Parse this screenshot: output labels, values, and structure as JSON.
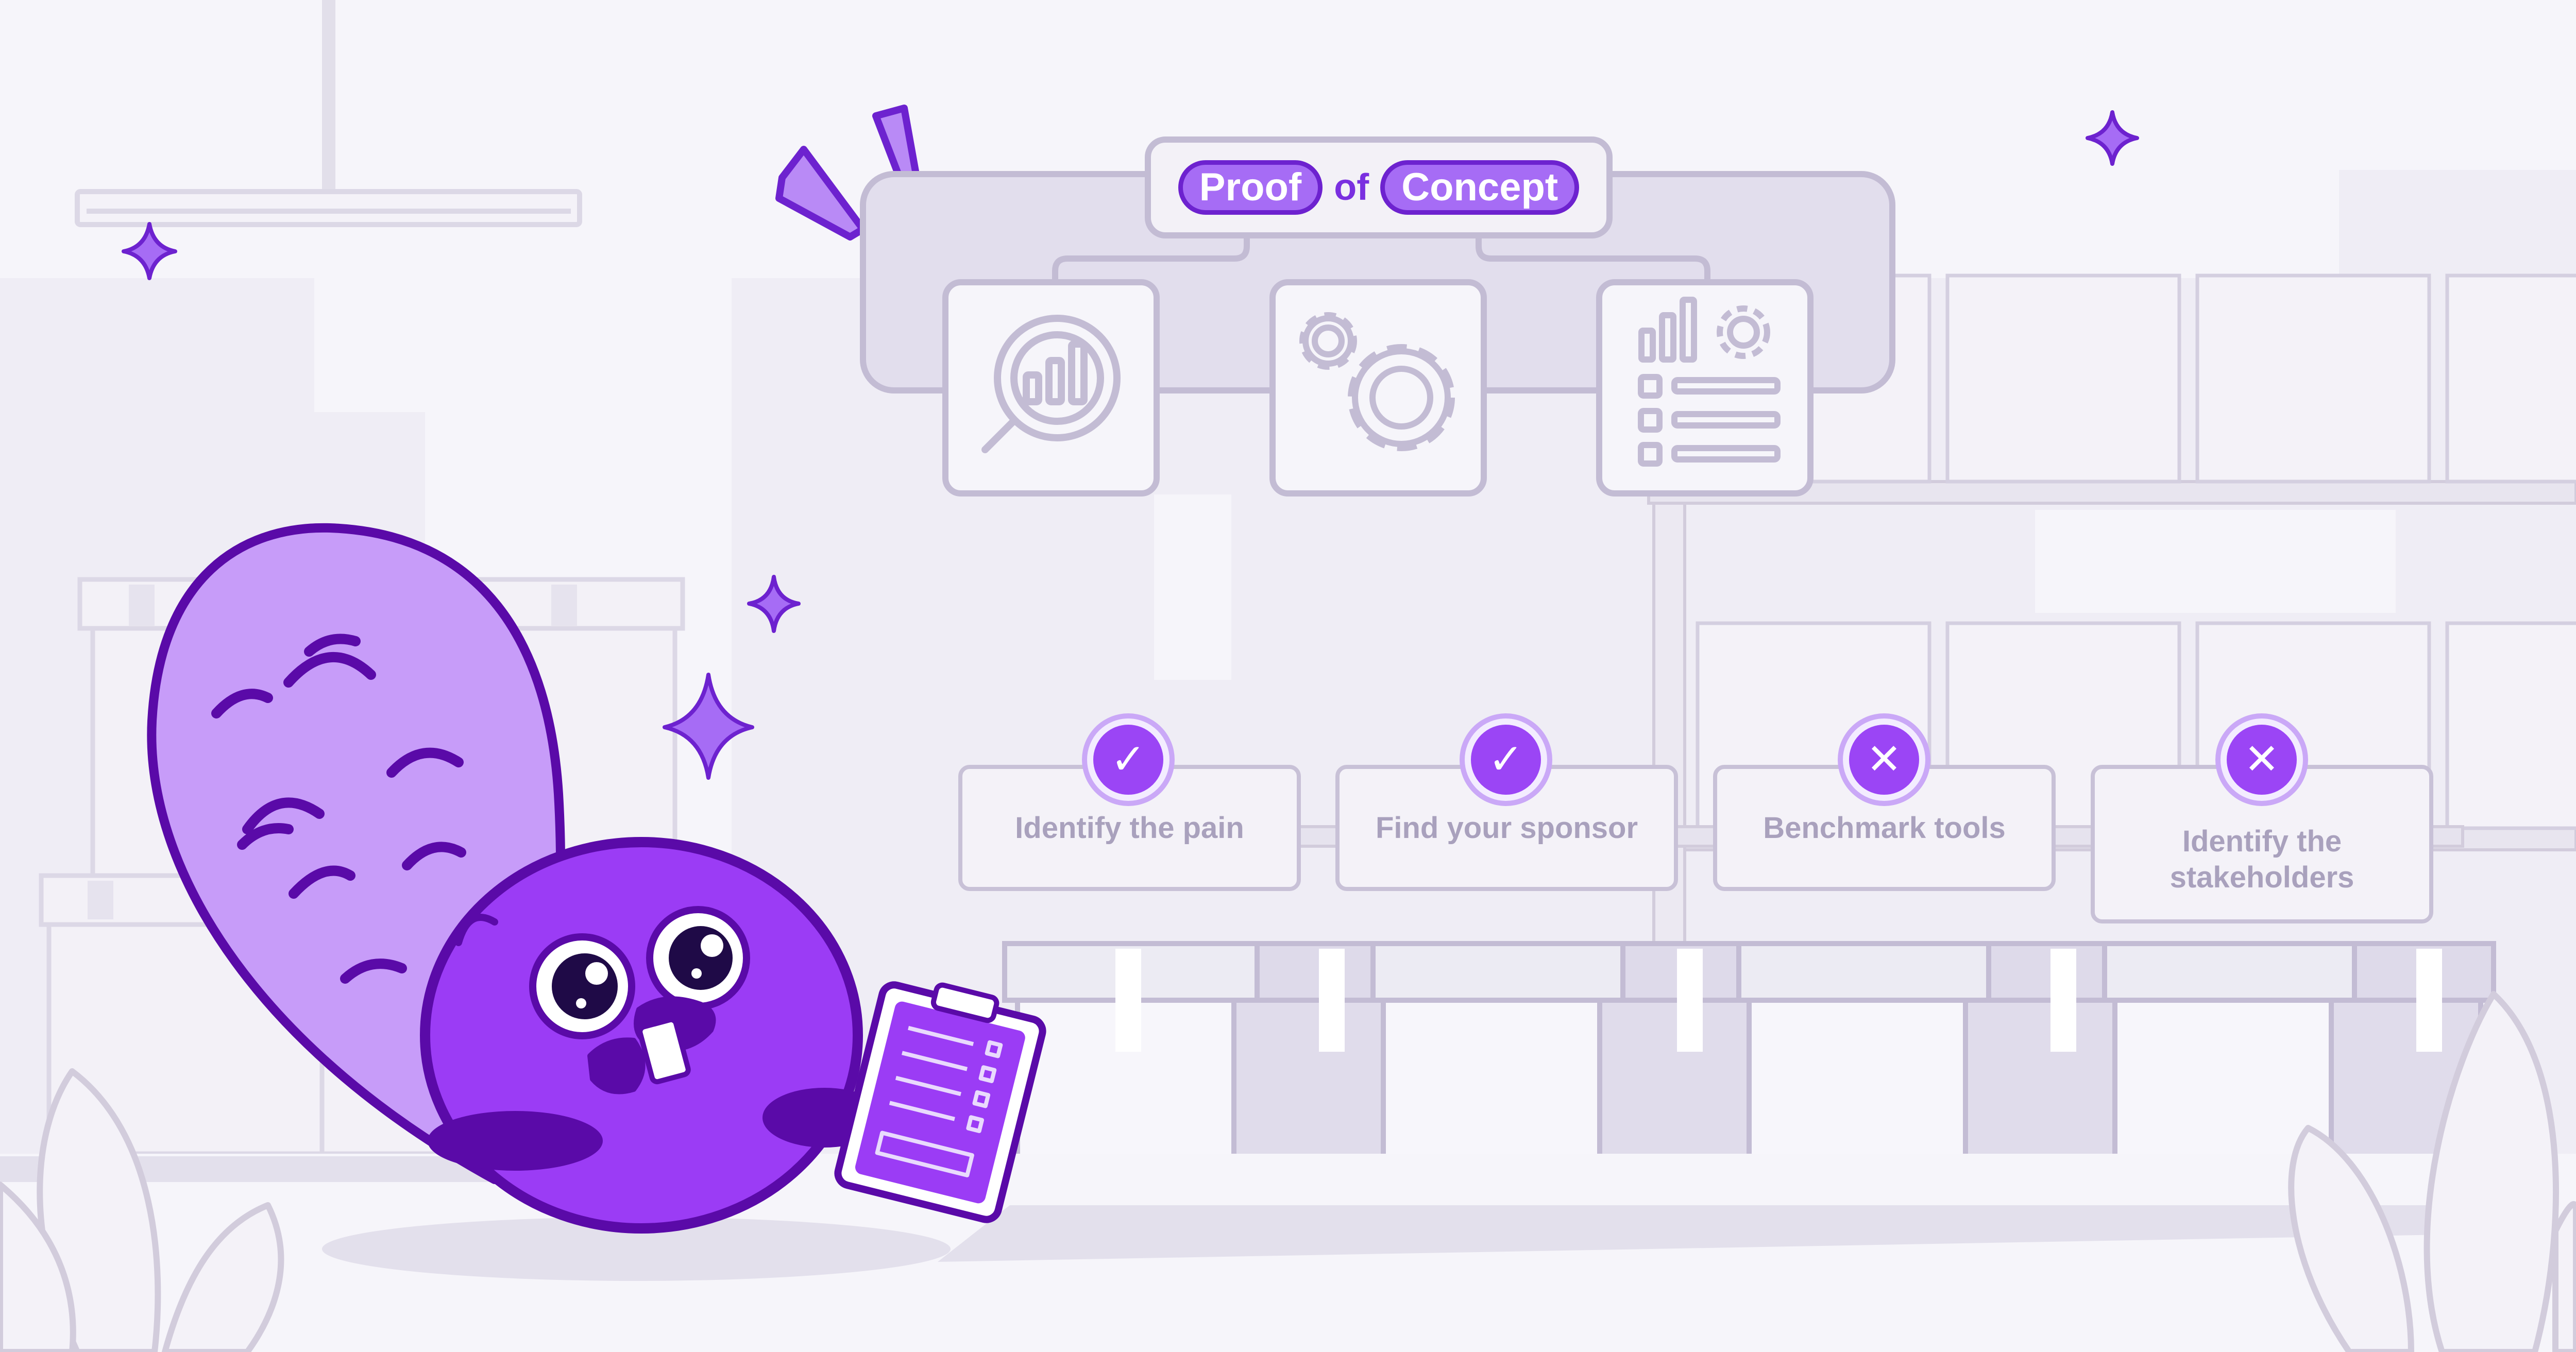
{
  "title": {
    "word1": "Proof",
    "connector": "of",
    "word2": "Concept"
  },
  "icons": [
    "analytics-magnifier-icon",
    "gears-icon",
    "report-list-icon"
  ],
  "steps": [
    {
      "label": "Identify the pain",
      "status": "done",
      "symbol": "✓"
    },
    {
      "label": "Find your sponsor",
      "status": "done",
      "symbol": "✓"
    },
    {
      "label": "Benchmark tools",
      "status": "not-done",
      "symbol": "✕"
    },
    {
      "label": "Identify the stakeholders",
      "status": "not-done",
      "symbol": "✕"
    }
  ],
  "colors": {
    "background": "#f6f5fa",
    "accent": "#9b45f5",
    "accent_dark": "#5a0aa8",
    "outline": "#c3bcd4",
    "card_text": "#a9a1bd"
  }
}
